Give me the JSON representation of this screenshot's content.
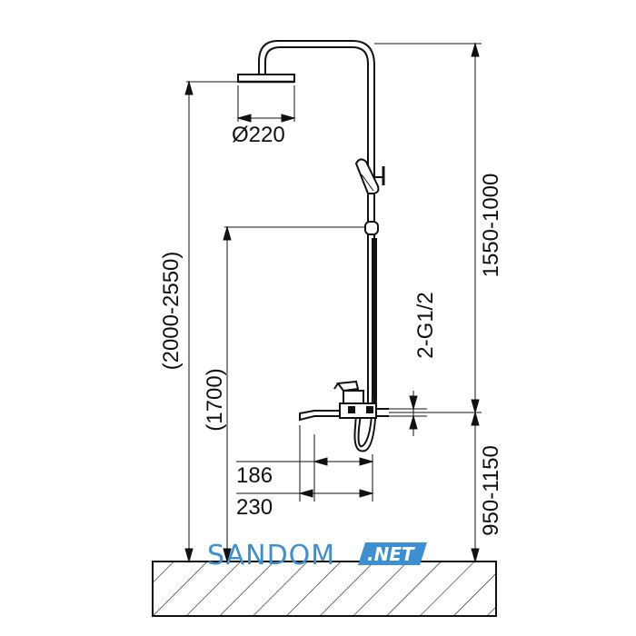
{
  "dimensions": {
    "shower_head_diameter": "Ø220",
    "total_height": "(2000-2550)",
    "slider_height": "(1700)",
    "rail_height": "1550-1000",
    "mixer_height": "950-1150",
    "connection": "2-G1/2",
    "spout_186": "186",
    "spout_230": "230"
  },
  "watermark": {
    "brand": "SANDOM",
    "suffix": ".NET"
  },
  "colors": {
    "line": "#111111",
    "watermark_text": "#3c8fd0",
    "watermark_badge": "#3c8fd0"
  }
}
